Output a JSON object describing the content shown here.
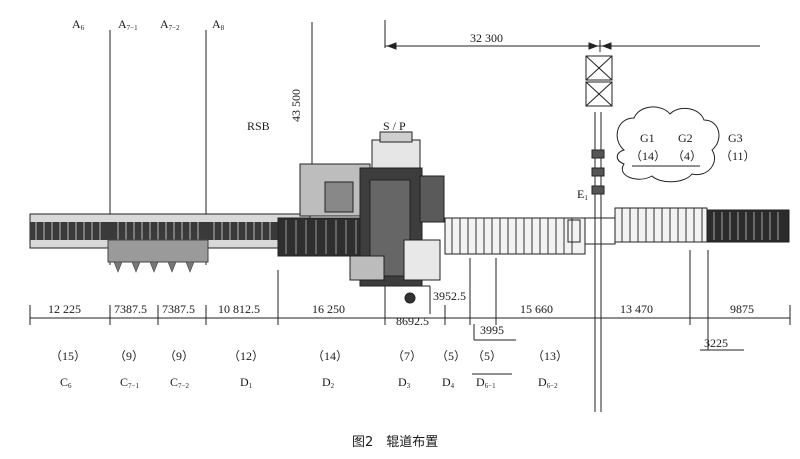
{
  "top_labels": [
    {
      "main": "A",
      "sub": "6"
    },
    {
      "main": "A",
      "sub": "7−1"
    },
    {
      "main": "A",
      "sub": "7−2"
    },
    {
      "main": "A",
      "sub": "8"
    }
  ],
  "labels": {
    "rsb": "RSB",
    "sp": "S / P",
    "e1_main": "E",
    "e1_sub": "1"
  },
  "dimensions": {
    "top_span": "32 300",
    "vertical": "43 500",
    "bottom": [
      "12 225",
      "7387.5",
      "7387.5",
      "10 812.5",
      "16 250",
      "8692.5",
      "3952.5",
      "3995",
      "15 660",
      "13 470",
      "9875",
      "3225"
    ]
  },
  "cloud_groups": [
    {
      "name": "G1",
      "count": "（14）"
    },
    {
      "name": "G2",
      "count": "（4）"
    },
    {
      "name": "G3",
      "count": "（11）"
    }
  ],
  "sections": [
    {
      "count": "（15）",
      "main": "C",
      "sub": "6"
    },
    {
      "count": "（9）",
      "main": "C",
      "sub": "7−1"
    },
    {
      "count": "（9）",
      "main": "C",
      "sub": "7−2"
    },
    {
      "count": "（12）",
      "main": "D",
      "sub": "1"
    },
    {
      "count": "（14）",
      "main": "D",
      "sub": "2"
    },
    {
      "count": "（7）",
      "main": "D",
      "sub": "3"
    },
    {
      "count": "（5）",
      "main": "D",
      "sub": "4"
    },
    {
      "count": "（5）",
      "main": "D",
      "sub": "6−1"
    },
    {
      "count": "（13）",
      "main": "D",
      "sub": "6−2"
    }
  ],
  "caption": "图2　辊道布置"
}
